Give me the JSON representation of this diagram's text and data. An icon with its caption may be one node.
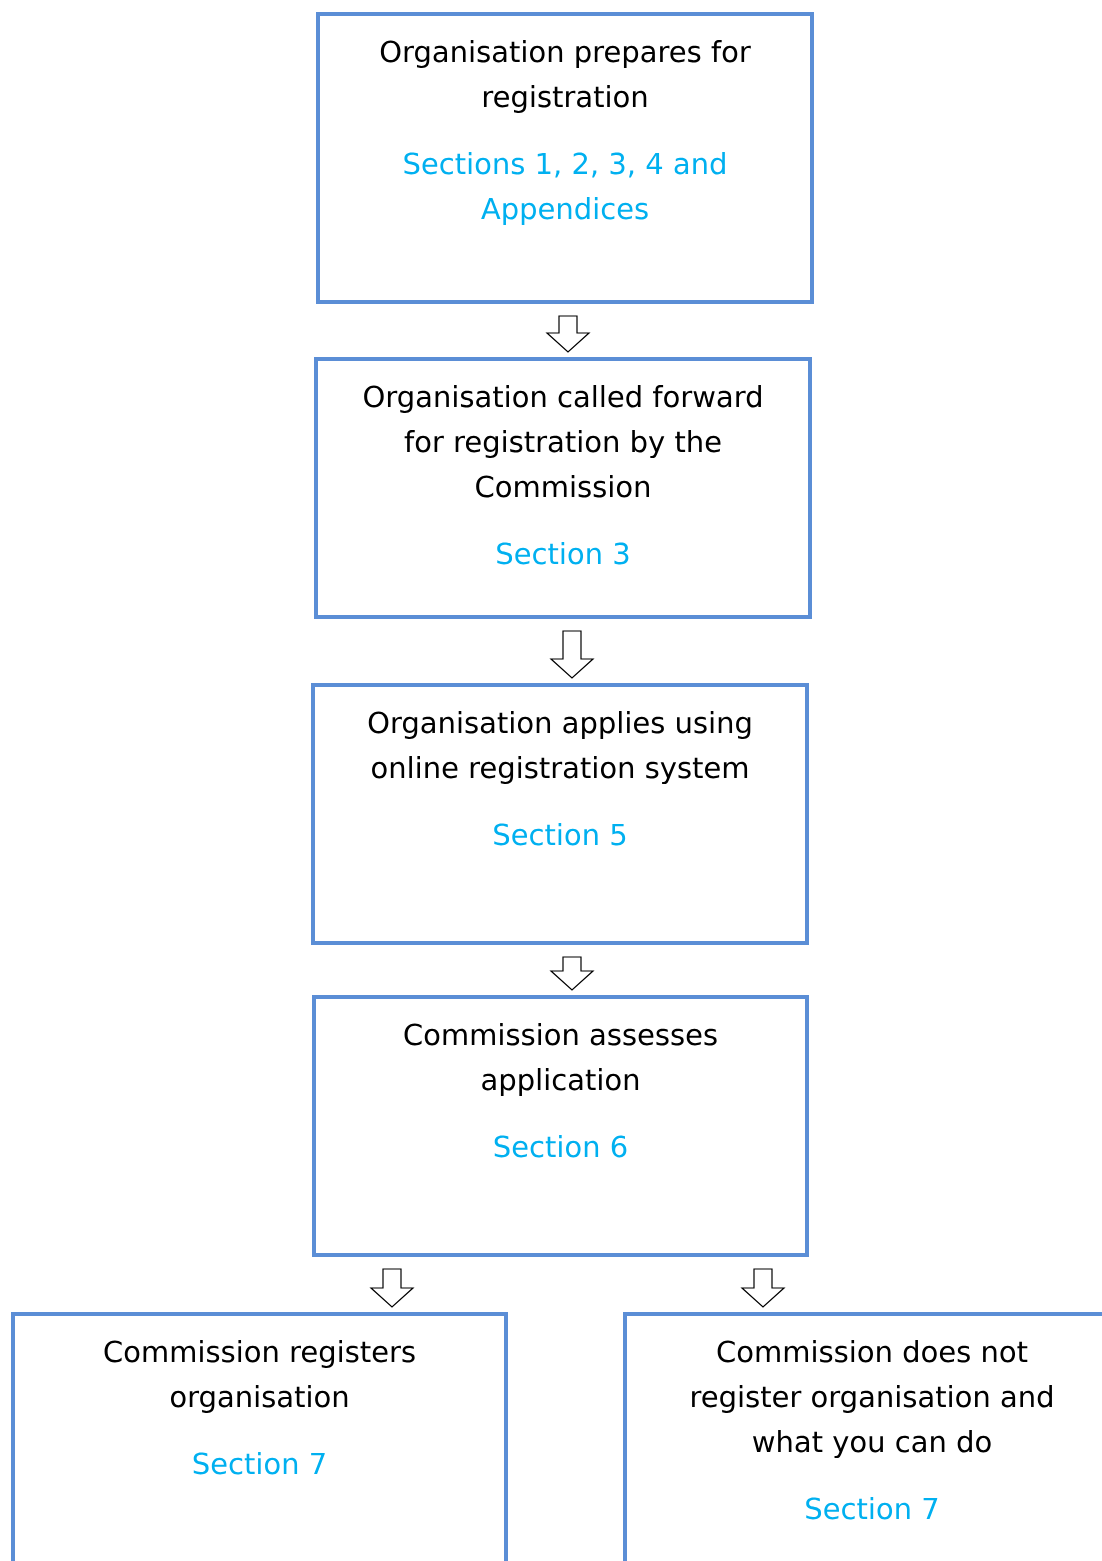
{
  "diagram": {
    "nodes": [
      {
        "text": [
          "Organisation prepares for registration",
          "Sections 1, 2, 3, 4 and Appendices"
        ]
      },
      {
        "text": [
          "Organisation called forward for registration by the Commission",
          "Section 3"
        ]
      },
      {
        "text": [
          "Organisation applies using online registration system",
          "Section 5"
        ]
      },
      {
        "text": [
          "Commission assesses application",
          "Section 6"
        ]
      },
      {
        "text": [
          "Commission registers organisation",
          "Section 7"
        ]
      },
      {
        "text": [
          "Commission does not register organisation and what you can do",
          "Section 7"
        ]
      }
    ],
    "edges": [
      {
        "from": 0,
        "to": 1,
        "arrow": "to"
      },
      {
        "from": 1,
        "to": 2,
        "arrow": "to"
      },
      {
        "from": 2,
        "to": 3,
        "arrow": "to"
      },
      {
        "from": 3,
        "to": 4,
        "arrow": "to"
      },
      {
        "from": 3,
        "to": 5,
        "arrow": "to"
      }
    ]
  }
}
